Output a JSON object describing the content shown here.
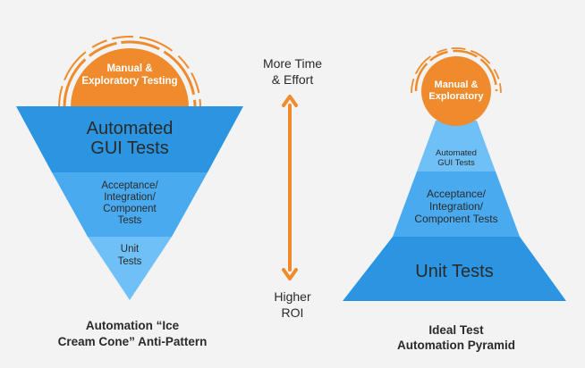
{
  "left_diagram": {
    "circle_label_line1": "Manual &",
    "circle_label_line2": "Exploratory Testing",
    "layer1_line1": "Automated",
    "layer1_line2": "GUI Tests",
    "layer2_line1": "Acceptance/",
    "layer2_line2": "Integration/",
    "layer2_line3": "Component",
    "layer2_line4": "Tests",
    "layer3_line1": "Unit",
    "layer3_line2": "Tests",
    "caption_line1": "Automation “Ice",
    "caption_line2": "Cream Cone” Anti-Pattern"
  },
  "middle": {
    "top_line1": "More Time",
    "top_line2": "& Effort",
    "bottom_line1": "Higher",
    "bottom_line2": "ROI"
  },
  "right_diagram": {
    "circle_label_line1": "Manual &",
    "circle_label_line2": "Exploratory",
    "layer1_line1": "Automated",
    "layer1_line2": "GUI Tests",
    "layer2_line1": "Acceptance/",
    "layer2_line2": "Integration/",
    "layer2_line3": "Component Tests",
    "layer3_line1": "Unit Tests",
    "caption_line1": "Ideal Test",
    "caption_line2": "Automation Pyramid"
  },
  "colors": {
    "orange": "#ef8b2c",
    "blue_dark": "#2b95e2",
    "blue_mid": "#4aaaf0",
    "blue_light": "#6ec0f7",
    "text_dark": "#2a2a2a",
    "background": "#f3f3f3"
  }
}
